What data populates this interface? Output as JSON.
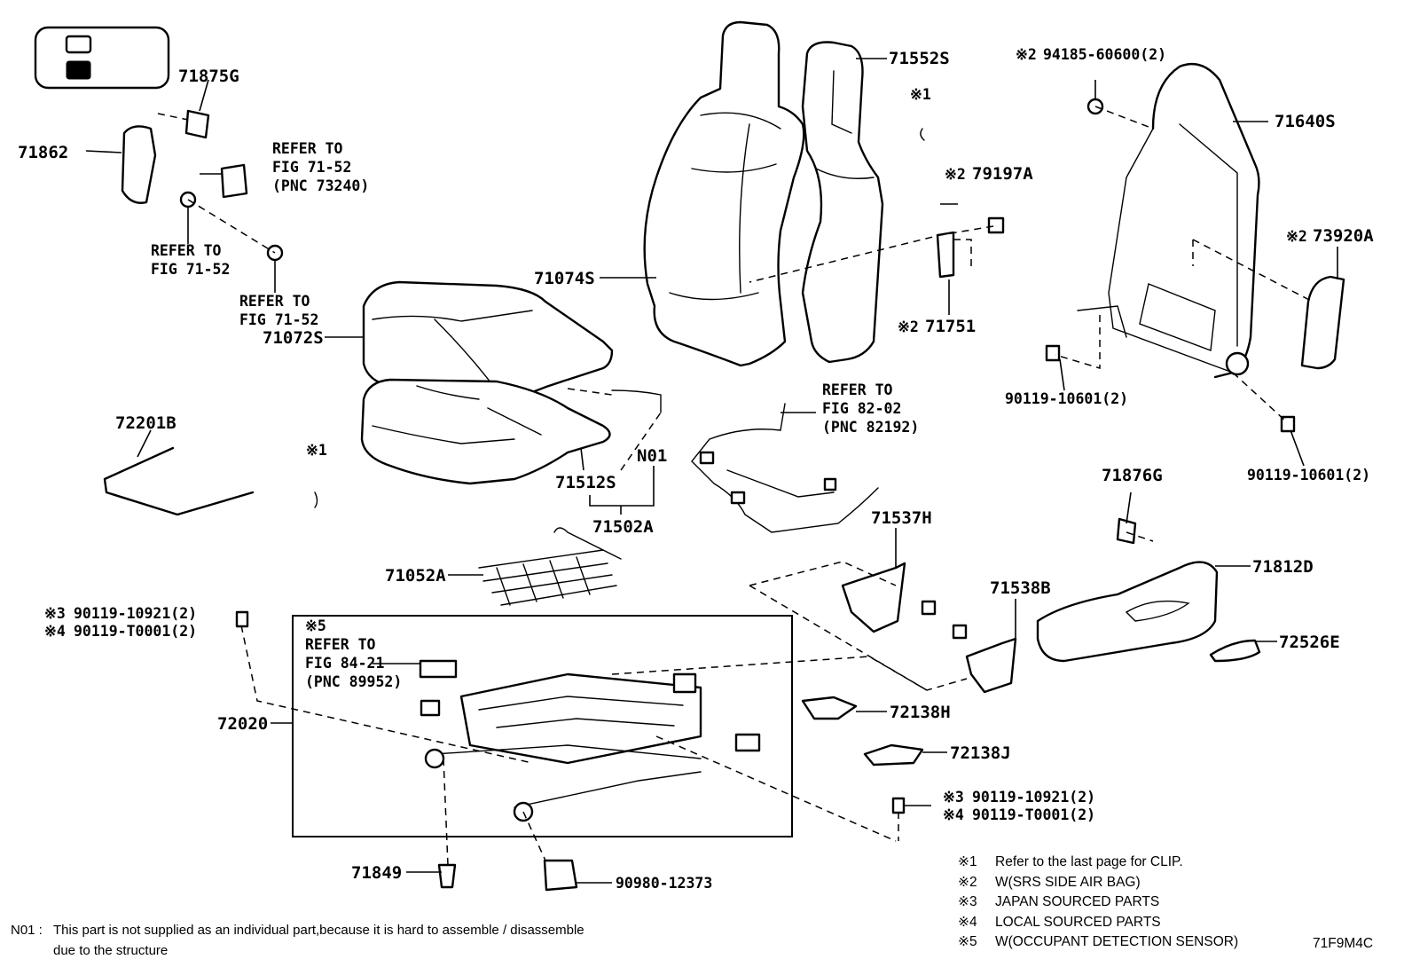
{
  "labels": {
    "p71875G": "71875G",
    "p71862": "71862",
    "p71552S": "71552S",
    "p71640S": "71640S",
    "p94185": "94185-60600(2)",
    "p79197A": "79197A",
    "p73920A": "73920A",
    "p71751": "71751",
    "p71074S": "71074S",
    "p71072S": "71072S",
    "p72201B": "72201B",
    "p71512S": "71512S",
    "pN01": "N01",
    "p71502A": "71502A",
    "p71052A": "71052A",
    "p90119_10601_a": "90119-10601(2)",
    "p90119_10601_b": "90119-10601(2)",
    "p71876G": "71876G",
    "p71812D": "71812D",
    "p71537H": "71537H",
    "p71538B": "71538B",
    "p72526E": "72526E",
    "p72138H": "72138H",
    "p72138J": "72138J",
    "p72020": "72020",
    "p71849": "71849",
    "p90980": "90980-12373",
    "p90119_10921_a": "90119-10921(2)",
    "p90119_T0001_a": "90119-T0001(2)",
    "p90119_10921_b": "90119-10921(2)",
    "p90119_T0001_b": "90119-T0001(2)"
  },
  "marks": {
    "m1": "※1",
    "m2": "※2",
    "m3": "※3",
    "m4": "※4",
    "m5": "※5"
  },
  "refs": {
    "refer_to": "REFER TO",
    "fig_71_52": "FIG 71-52",
    "pnc_73240": "(PNC 73240)",
    "fig_82_02": "FIG 82-02",
    "pnc_82192": "(PNC 82192)",
    "fig_84_21": "FIG 84-21",
    "pnc_89952": "(PNC 89952)"
  },
  "legend": [
    "Refer to the last page for CLIP.",
    "W(SRS SIDE AIR BAG)",
    "JAPAN SOURCED PARTS",
    "LOCAL SOURCED PARTS",
    "W(OCCUPANT DETECTION SENSOR)"
  ],
  "footnote": {
    "code": "N01 :",
    "line1": "This part is not supplied as an individual part,because it is hard to assemble / disassemble",
    "line2": "due to the structure"
  },
  "figure_id": "71F9M4C"
}
